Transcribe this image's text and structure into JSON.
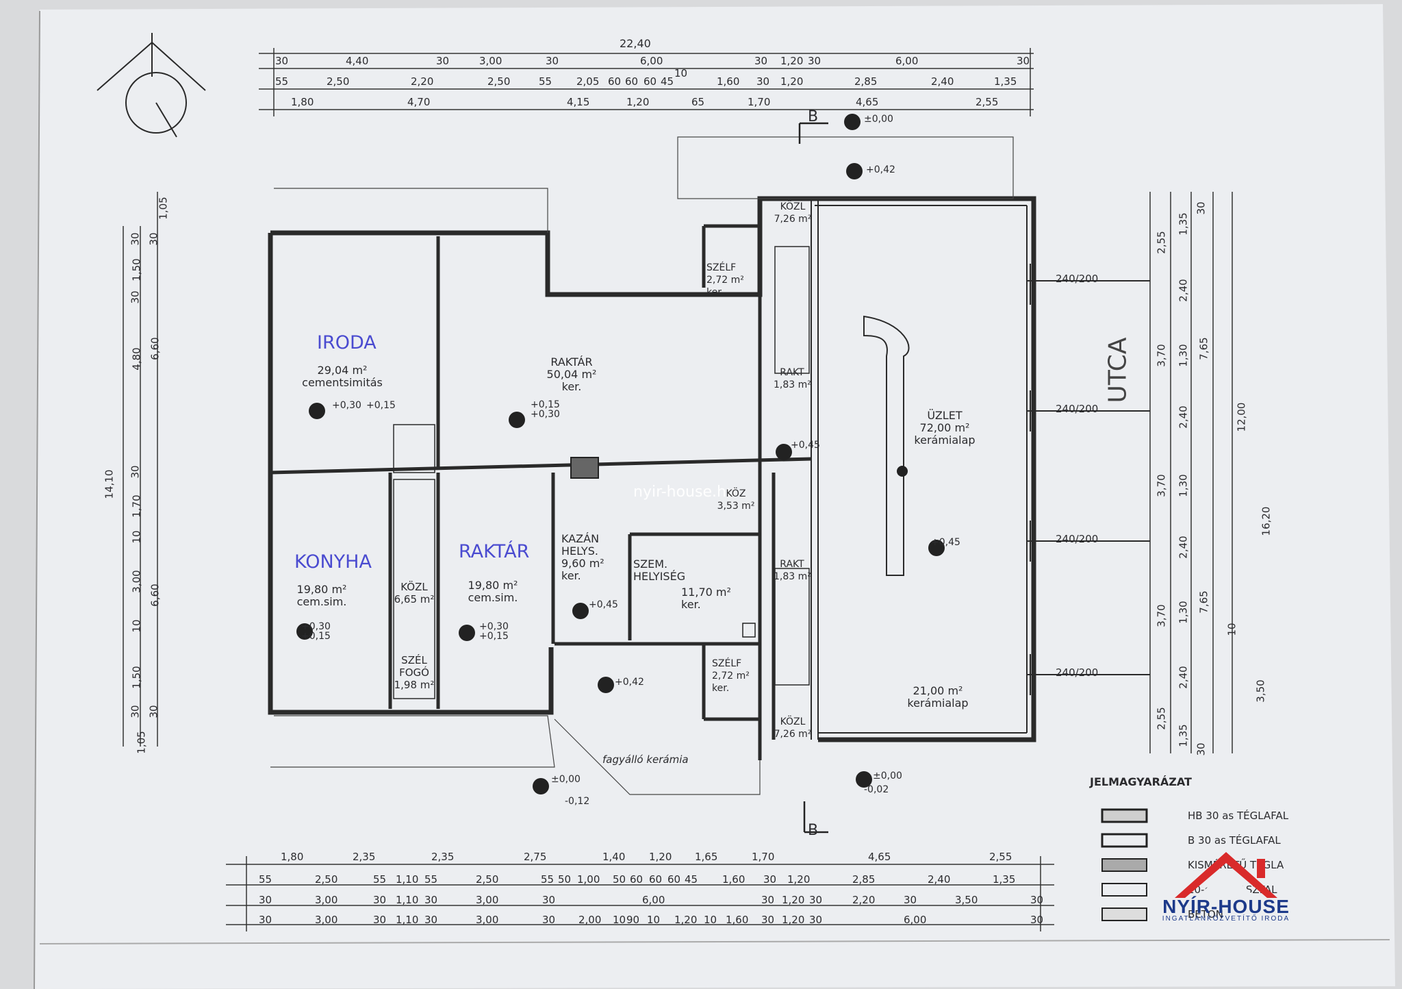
{
  "watermark": "nyir-house.hu",
  "street": "UTCA",
  "sections": {
    "top": "B",
    "bottom": "B"
  },
  "rooms": {
    "iroda": {
      "name": "IRODA",
      "area": "29,04 m²",
      "finish": "cementsimitás",
      "level": "+0,30",
      "level2": "+0,15"
    },
    "raktar_big": {
      "name": "RAKTÁR",
      "area": "50,04 m²",
      "finish": "ker.",
      "level": "+0,15",
      "level2": "+0,30"
    },
    "uzlet": {
      "name": "ÜZLET",
      "area": "72,00 m²",
      "finish": "kerámialap",
      "level": "+0,45"
    },
    "uzlet2": {
      "area": "21,00 m²",
      "finish": "kerámialap"
    },
    "konyha": {
      "name": "KONYHA",
      "area": "19,80 m²",
      "finish": "cem.sim.",
      "level": "+0,30",
      "level2": "+0,15"
    },
    "kozl_left": {
      "name": "KÖZL",
      "area": "6,65 m²"
    },
    "raktar_mid": {
      "name": "RAKTÁR",
      "area": "19,80 m²",
      "finish": "cem.sim.",
      "level": "+0,30",
      "level2": "+0,15"
    },
    "kazan": {
      "name1": "KAZÁN",
      "name2": "HELYS.",
      "area": "9,60 m²",
      "finish": "ker.",
      "level": "+0,45"
    },
    "szem": {
      "name1": "SZEM.",
      "name2": "HELYISÉG",
      "area": "11,70 m²",
      "finish": "ker."
    },
    "szelfogo_left": {
      "name1": "SZÉL",
      "name2": "FOGÓ",
      "area": "1,98 m²"
    },
    "kozl_top": {
      "name": "KÖZL",
      "area": "7,26 m²"
    },
    "szelf_top": {
      "name": "SZÉLF",
      "area": "2,72 m²",
      "finish": "ker."
    },
    "rakt_top": {
      "name": "RAKT",
      "area": "1,83 m²"
    },
    "rakt_bot": {
      "name": "RAKT",
      "area": "1,83 m²"
    },
    "szelf_bot": {
      "name": "SZÉLF",
      "area": "2,72 m²",
      "finish": "ker."
    },
    "kozl_bot": {
      "name": "KÖZL",
      "area": "7,26 m²"
    },
    "koz_small": {
      "name": "KÖZ",
      "area": "3,53 m²"
    },
    "terrace": {
      "label": "fagyálló kerámia"
    }
  },
  "levels": {
    "top0": "±0,00",
    "top42": "+0,42",
    "mid045": "+0,45",
    "bot42": "+0,42",
    "bot0": "±0,00",
    "bot002": "-0,02",
    "bot0b": "±0,00",
    "low012": "-0,12"
  },
  "top_dims": {
    "total": "22,40",
    "row1": [
      "30",
      "4,40",
      "30",
      "3,00",
      "30",
      "6,00",
      "30",
      "1,20",
      "30",
      "6,00",
      "30"
    ],
    "row2": [
      "55",
      "2,50",
      "2,20",
      "2,50",
      "55",
      "2,05",
      "60",
      "60",
      "60",
      "45",
      "10",
      "1,60",
      "30",
      "1,20",
      "2,85",
      "2,40",
      "1,35"
    ],
    "row3": [
      "1,80",
      "4,70",
      "4,15",
      "1,20",
      "65",
      "1,70",
      "4,65",
      "2,55"
    ]
  },
  "bottom_dims": {
    "row1": [
      "1,80",
      "2,35",
      "2,35",
      "2,75",
      "1,40",
      "1,20",
      "1,65",
      "1,70",
      "4,65",
      "2,55"
    ],
    "row2": [
      "55",
      "2,50",
      "55",
      "1,10",
      "55",
      "2,50",
      "55",
      "50",
      "1,00",
      "50",
      "60",
      "60",
      "60",
      "45",
      "1,60",
      "30",
      "1,20",
      "2,85",
      "2,40",
      "1,35"
    ],
    "row3": [
      "30",
      "3,00",
      "30",
      "1,10",
      "30",
      "3,00",
      "30",
      "6,00",
      "30",
      "1,20",
      "30",
      "2,20",
      "30",
      "3,50",
      "30"
    ],
    "row4": [
      "30",
      "3,00",
      "30",
      "1,10",
      "30",
      "3,00",
      "30",
      "2,00",
      "10",
      "90",
      "10",
      "1,20",
      "10",
      "1,60",
      "30",
      "1,20",
      "30",
      "6,00",
      "30"
    ]
  },
  "left_dims": {
    "total": "14,10",
    "outer": [
      "1,05",
      "30",
      "1,50",
      "30",
      "4,80",
      "30",
      "1,70",
      "10",
      "3,00",
      "10",
      "1,50",
      "30",
      "1,05"
    ],
    "inner": [
      "30",
      "6,60",
      "6,60",
      "30"
    ]
  },
  "right_dims": {
    "total": "16,20",
    "mid": "12,00",
    "col1": [
      "2,55",
      "3,70",
      "3,70",
      "3,70",
      "2,55"
    ],
    "col2": [
      "1,35",
      "2,40",
      "1,30",
      "2,40",
      "1,30",
      "2,40",
      "1,30",
      "2,40",
      "1,35"
    ],
    "col3": [
      "30",
      "7,65",
      "7,65",
      "30"
    ],
    "col4": [
      "3,50",
      "10"
    ]
  },
  "windows": [
    "240/200",
    "240/200",
    "240/200",
    "240/200"
  ],
  "legend": {
    "title": "JELMAGYARÁZAT",
    "items": [
      "HB 30 as TÉGLAFAL",
      "B 30 as TÉGLAFAL",
      "KISMÉRETŰ TÉGLA",
      "10-es VÁLASZFAL",
      "BETON"
    ]
  },
  "logo": {
    "brand": "NYÍR-HOUSE",
    "sub": "INGATLANKÖZVETÍTŐ IRODA"
  }
}
